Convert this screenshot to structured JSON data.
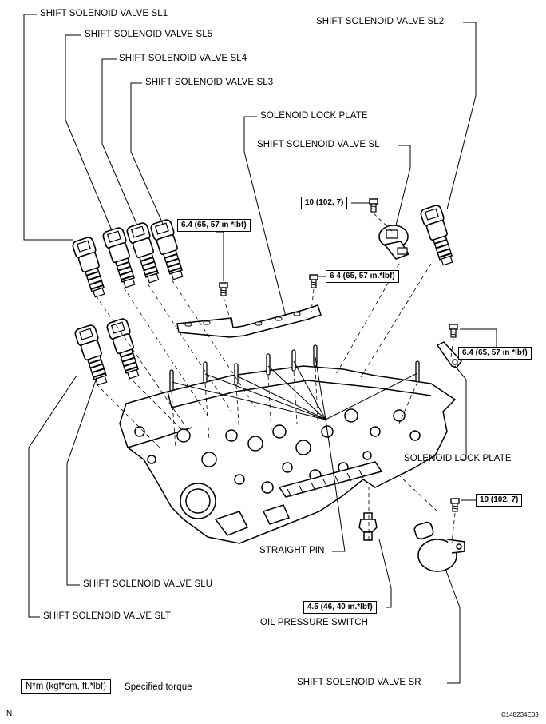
{
  "labels": {
    "sl1": "SHIFT SOLENOID VALVE SL1",
    "sl5": "SHIFT SOLENOID VALVE SL5",
    "sl4": "SHIFT SOLENOID VALVE SL4",
    "sl3": "SHIFT SOLENOID VALVE SL3",
    "sl2": "SHIFT SOLENOID VALVE SL2",
    "lock_plate_top": "SOLENOID LOCK PLATE",
    "sl": "SHIFT SOLENOID VALVE SL",
    "lock_plate_right": "SOLENOID LOCK PLATE",
    "straight_pin": "STRAIGHT PIN",
    "slu": "SHIFT SOLENOID VALVE SLU",
    "slt": "SHIFT SOLENOID VALVE SLT",
    "oil_pressure_switch": "OIL PRESSURE SWITCH",
    "sr": "SHIFT SOLENOID VALVE SR"
  },
  "torques": {
    "t_sl": "10 (102, 7)",
    "t_plate_left": "6.4 (65, 57 ın *lbf)",
    "t_plate_mid": "6 4 (65, 57 ın.*lbf)",
    "t_plate_right": "6.4 (65, 57 ın *lbf)",
    "t_sr": "10 (102, 7)",
    "t_ops": "4.5 (46, 40 ın.*lbf)"
  },
  "legend": {
    "unit": "N*m (kgf*cm, ft.*lbf)",
    "text": "Specified torque"
  },
  "corner": {
    "left": "N",
    "right": "C148234E03"
  }
}
